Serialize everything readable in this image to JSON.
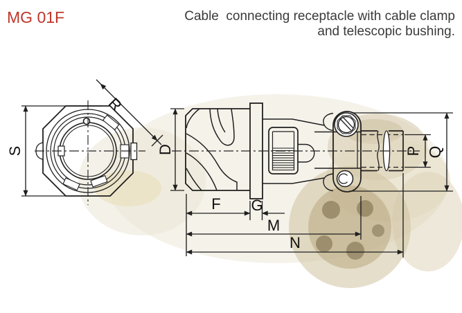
{
  "header": {
    "model": "MG 01F",
    "title_line1": "Cable  connecting receptacle with cable clamp",
    "title_line2": "and telescopic bushing."
  },
  "labels": {
    "s": "S",
    "r": "R",
    "d": "D",
    "f": "F",
    "g": "G",
    "m": "M",
    "n": "N",
    "p": "P",
    "q": "Q"
  },
  "colors": {
    "accent_red": "#bf3629",
    "title_text": "#3a3a3a",
    "line": "#1f1f1f",
    "ghost_tan": "#d8cdb2"
  }
}
